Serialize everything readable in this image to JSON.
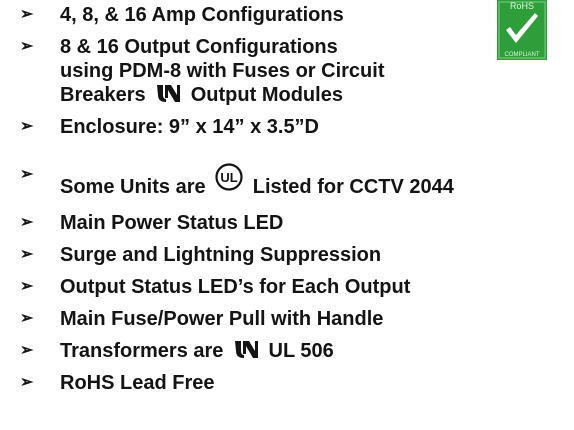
{
  "items": [
    {
      "text": "4, 8, & 16 Amp Configurations"
    },
    {
      "line1": "8 & 16 Output Configurations",
      "line2": "using PDM-8 with Fuses or Circuit",
      "line3_pre": "Breakers",
      "line3_post": "Output Modules"
    },
    {
      "text": "Enclosure: 9” x 14” x 3.5”D"
    },
    {
      "pre": "Some Units are",
      "post": "Listed for CCTV 2044"
    },
    {
      "text": "Main Power Status LED"
    },
    {
      "text": "Surge and Lightning Suppression"
    },
    {
      "text": "Output Status LED’s for Each Output"
    },
    {
      "text": "Main Fuse/Power Pull with Handle"
    },
    {
      "pre": "Transformers are",
      "post": "UL 506"
    },
    {
      "text": "RoHS Lead Free"
    }
  ],
  "ul_circle_text": "UL",
  "rohs": {
    "top": "RoHS",
    "bottom": "COMPLIANT",
    "color": "#2e9e3a"
  },
  "bullet_glyph": "➢"
}
